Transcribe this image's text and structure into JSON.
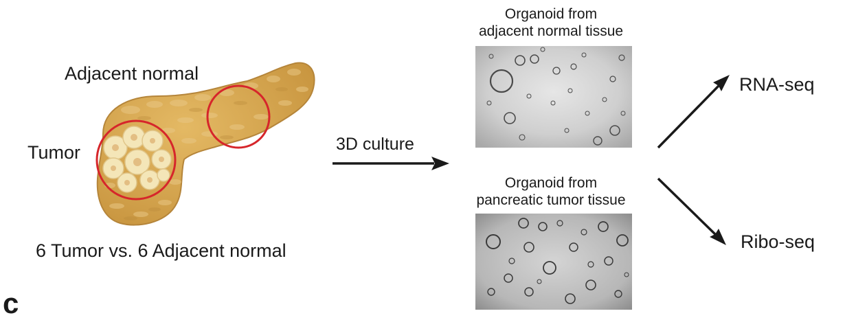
{
  "labels": {
    "adjacent_normal": "Adjacent normal",
    "tumor": "Tumor",
    "comparison": "6 Tumor vs. 6 Adjacent normal",
    "culture": "3D culture",
    "rna_seq": "RNA-seq",
    "ribo_seq": "Ribo-seq",
    "panel_letter_partial": "c"
  },
  "organoid_normal": {
    "caption_line1": "Organoid from",
    "caption_line2": "adjacent normal tissue"
  },
  "organoid_tumor": {
    "caption_line1": "Organoid from",
    "caption_line2": "pancreatic tumor tissue"
  },
  "colors": {
    "pancreas_fill": "#d9ab52",
    "pancreas_shadow": "#b98a3a",
    "pancreas_highlight": "#e8c27a",
    "tumor_cells": "#f4e6b8",
    "tumor_nucleus": "#e3be83",
    "circle_red": "#d6262b",
    "arrow": "#1a1a1a"
  }
}
